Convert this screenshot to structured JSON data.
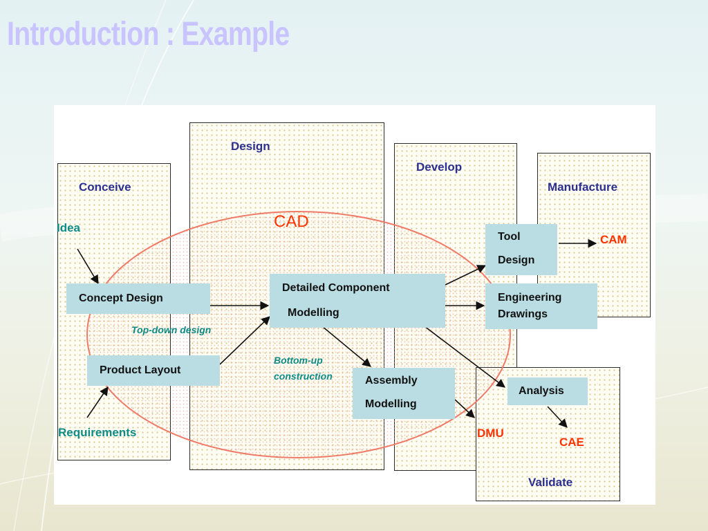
{
  "slide": {
    "title": "Introduction : Example"
  },
  "diagram": {
    "stages": {
      "conceive": "Conceive",
      "design": "Design",
      "develop": "Develop",
      "manufacture": "Manufacture",
      "validate": "Validate"
    },
    "cad_label": "CAD",
    "inputs": {
      "idea": "Idea",
      "requirements": "Requirements"
    },
    "boxes": {
      "concept_design": "Concept Design",
      "product_layout": "Product Layout",
      "detailed_component": [
        "Detailed Component",
        "Modelling"
      ],
      "tool_design": [
        "Tool",
        "Design"
      ],
      "engineering_drawings": [
        "Engineering",
        "Drawings"
      ],
      "assembly_modelling": [
        "Assembly",
        "Modelling"
      ],
      "analysis": "Analysis"
    },
    "annotations": {
      "top_down": "Top-down design",
      "bottom_up": [
        "Bottom-up",
        "construction"
      ]
    },
    "outputs": {
      "cam": "CAM",
      "cae": "CAE",
      "dmu": "DMU"
    },
    "colors": {
      "stage_label": "#2b2f8f",
      "input_label": "#0d8c86",
      "output_label": "#ff3300",
      "ellipse_stroke": "#f07a68",
      "process_box": "#b9dde3",
      "title": "#c9c4ff"
    }
  }
}
